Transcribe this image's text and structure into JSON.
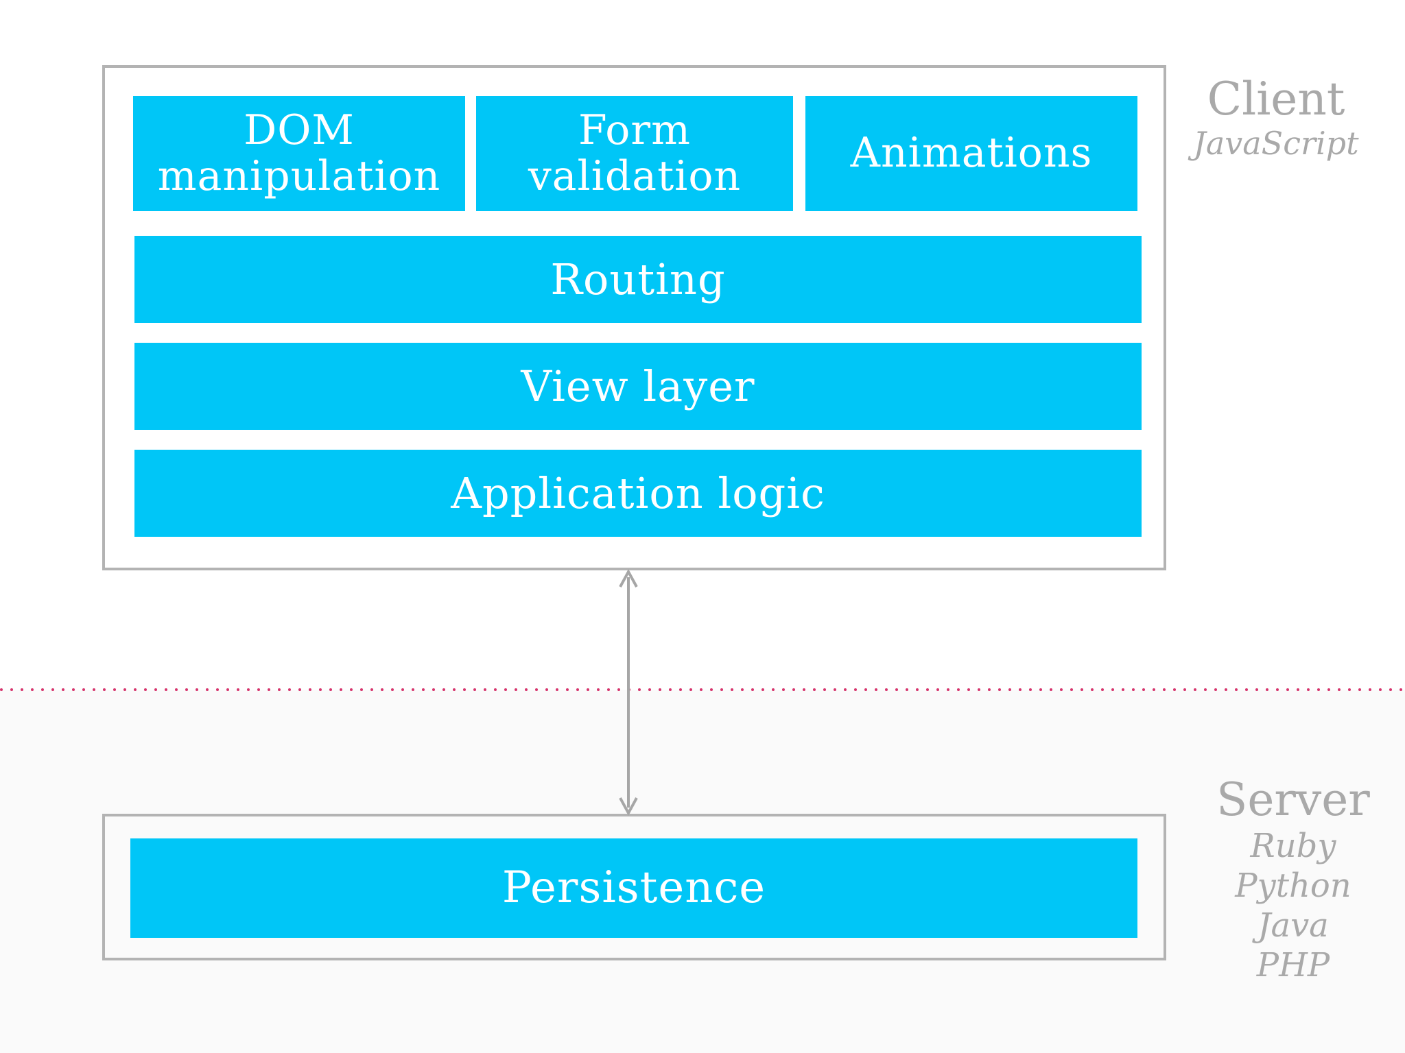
{
  "colors": {
    "block_fill": "#00c6f7",
    "block_text": "#ffffff",
    "frame_border": "#b3b3b3",
    "label_text": "#a9a9a9",
    "arrow": "#a6a6a6",
    "divider": "#d6336c"
  },
  "client": {
    "title": "Client",
    "subtitle": "JavaScript",
    "blocks": {
      "dom": {
        "line1": "DOM",
        "line2": "manipulation"
      },
      "form": {
        "line1": "Form",
        "line2": "validation"
      },
      "animations": "Animations",
      "routing": "Routing",
      "view_layer": "View layer",
      "app_logic": "Application logic"
    }
  },
  "server": {
    "title": "Server",
    "languages": [
      "Ruby",
      "Python",
      "Java",
      "PHP"
    ],
    "blocks": {
      "persistence": "Persistence"
    }
  }
}
